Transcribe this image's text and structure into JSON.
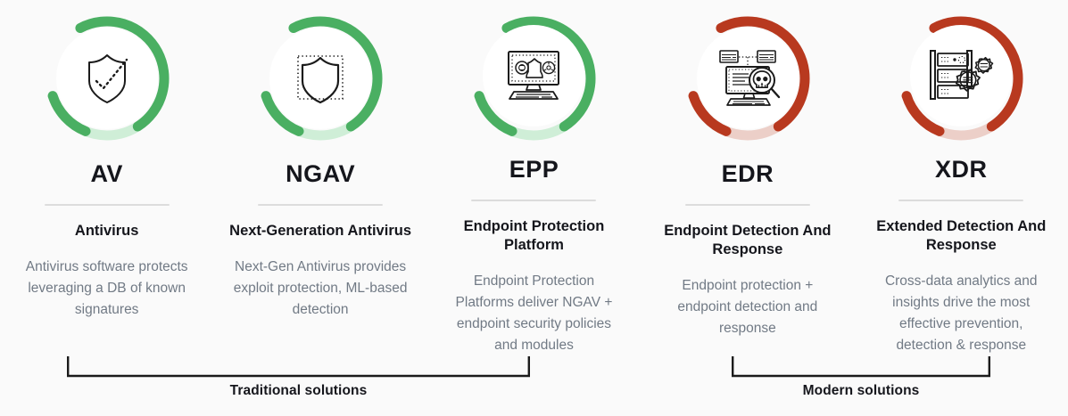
{
  "page": {
    "background_color": "#fafafa",
    "title_color": "#15161c",
    "description_color": "#717a85",
    "divider_color": "#dcdcdc"
  },
  "palette": {
    "green_strong": "#4aaf62",
    "green_pale": "#cfeed7",
    "red_strong": "#b8391f",
    "red_pale": "#eccfc8"
  },
  "columns": [
    {
      "acronym": "AV",
      "full_name": "Antivirus",
      "description": "Antivirus software protects leveraging a DB of known signatures",
      "icon": "shield-check-icon",
      "ring_color": "#4aaf62",
      "ring_pale_color": "#cfeed7",
      "group": "traditional"
    },
    {
      "acronym": "NGAV",
      "full_name": "Next-Generation Antivirus",
      "description": "Next-Gen Antivirus provides exploit protection, ML-based detection",
      "icon": "shield-dotted-icon",
      "ring_color": "#4aaf62",
      "ring_pale_color": "#cfeed7",
      "group": "traditional"
    },
    {
      "acronym": "EPP",
      "full_name": "Endpoint Protection Platform",
      "description": "Endpoint Protection Platforms deliver NGAV + endpoint security policies and modules",
      "icon": "monitor-threats-icon",
      "ring_color": "#4aaf62",
      "ring_pale_color": "#cfeed7",
      "group": "traditional"
    },
    {
      "acronym": "EDR",
      "full_name": "Endpoint Detection And Response",
      "description": "Endpoint protection + endpoint detection and response",
      "icon": "monitor-magnifier-skull-icon",
      "ring_color": "#b8391f",
      "ring_pale_color": "#eccfc8",
      "group": "modern"
    },
    {
      "acronym": "XDR",
      "full_name": "Extended Detection And Response",
      "description": "Cross-data analytics and insights drive the most effective prevention, detection & response",
      "icon": "server-gears-icon",
      "ring_color": "#b8391f",
      "ring_pale_color": "#eccfc8",
      "group": "modern"
    }
  ],
  "brackets": [
    {
      "label": "Traditional solutions",
      "name": "traditional-solutions-bracket"
    },
    {
      "label": "Modern solutions",
      "name": "modern-solutions-bracket"
    }
  ]
}
